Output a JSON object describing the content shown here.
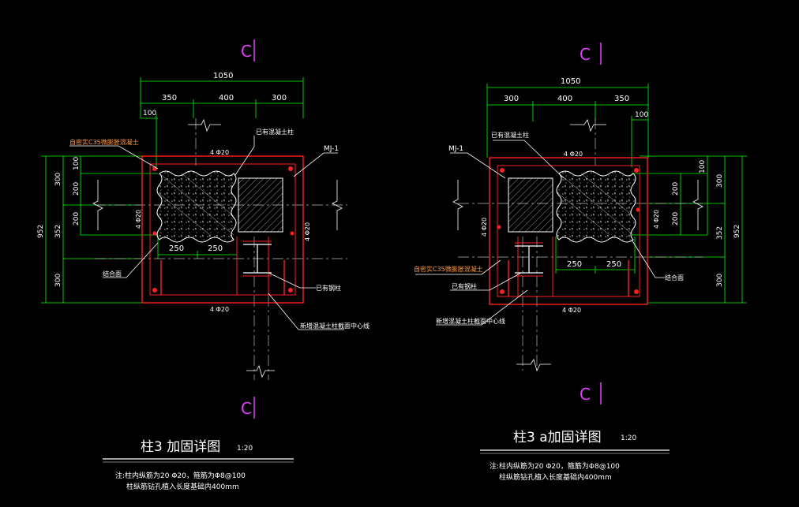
{
  "colors": {
    "background": "#000000",
    "dimension": "#00ff00",
    "outline": "#ff2020",
    "existing": "#ffffff",
    "annotation": "#ffffff",
    "highlight_note": "#ff9a3c",
    "leader": "#ffffff",
    "section_mark": "#e040fb",
    "centerline": "#bbbbbb"
  },
  "left": {
    "section_top": "C",
    "section_bottom": "C",
    "title": "柱3 加固详图",
    "scale": "1:20",
    "notes": [
      "注:柱内纵筋为20 Φ20，箍筋为Φ8@100",
      "柱纵筋钻孔植入长度基础内400mm"
    ],
    "dim_total": "1050",
    "dim_segments": [
      "350",
      "400",
      "300"
    ],
    "dim_100": "100",
    "dims_left": [
      "300",
      "100",
      "200",
      "200",
      "352",
      "300"
    ],
    "dim_952": "952",
    "dims_bottom": [
      "250",
      "250"
    ],
    "rebar_top": "4 Φ20",
    "rebar_bottom": "4 Φ20",
    "rebar_left": "4 Φ20",
    "rebar_right": "4 Φ20",
    "label_new_concrete": "自密实C35微膨胀混凝土",
    "label_existing_column": "已有混凝土柱",
    "label_mj": "MJ-1",
    "label_interface": "结合面",
    "label_steel_column": "已有钢柱",
    "label_axis": "新增混凝土柱截面中心线"
  },
  "right": {
    "section_top": "C",
    "section_bottom": "C",
    "title": "柱3 a加固详图",
    "scale": "1:20",
    "notes": [
      "注:柱内纵筋为20 Φ20，箍筋为Φ8@100",
      "柱纵筋钻孔植入长度基础内400mm"
    ],
    "dim_total": "1050",
    "dim_segments": [
      "300",
      "400",
      "350"
    ],
    "dim_100": "100",
    "dims_right": [
      "100",
      "200",
      "200",
      "300",
      "352",
      "300"
    ],
    "dim_952": "952",
    "dims_bottom": [
      "250",
      "250"
    ],
    "rebar_top": "4 Φ20",
    "rebar_bottom": "4 Φ20",
    "rebar_left": "4 Φ20",
    "rebar_right": "4 Φ20",
    "label_new_concrete": "自密实C35微膨胀混凝土",
    "label_existing_column": "已有混凝土柱",
    "label_mj": "MJ-1",
    "label_interface": "结合面",
    "label_steel_column": "已有钢柱",
    "label_axis": "新增混凝土柱截面中心线"
  }
}
